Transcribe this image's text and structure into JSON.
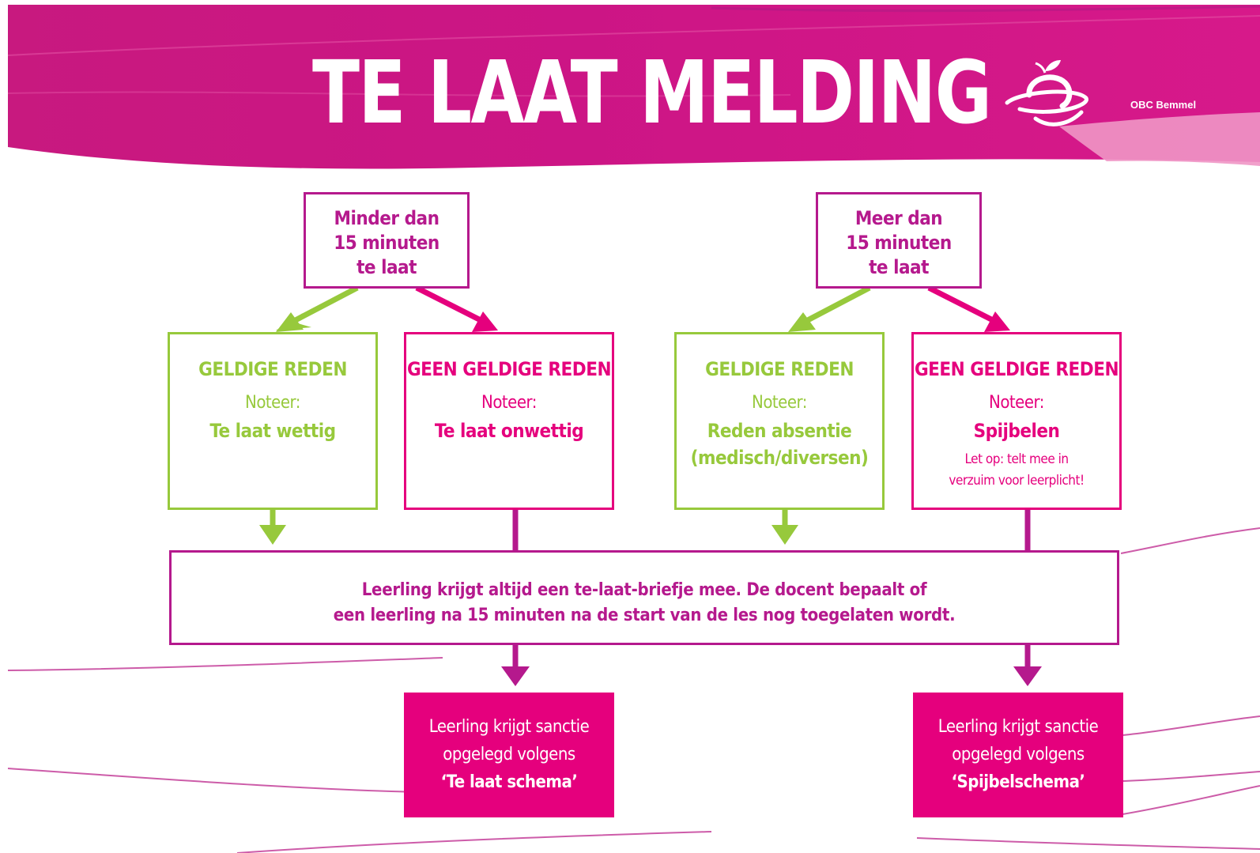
{
  "header": {
    "title": "TE LAAT MELDING",
    "logo_text": "OBC Bemmel"
  },
  "colors": {
    "header_magenta": "#c8197f",
    "pink": "#e5007d",
    "purple": "#b5198d",
    "green": "#97c93c"
  },
  "left": {
    "start": [
      "Minder dan",
      "15 minuten",
      "te laat"
    ],
    "valid": {
      "heading": "GELDIGE REDEN",
      "noteer": "Noteer:",
      "result": "Te laat wettig"
    },
    "invalid": {
      "heading": "GEEN GELDIGE REDEN",
      "noteer": "Noteer:",
      "result": "Te laat onwettig"
    },
    "sanction": [
      "Leerling krijgt sanctie",
      "opgelegd volgens",
      "‘Te laat schema’"
    ]
  },
  "right": {
    "start": [
      "Meer dan",
      "15 minuten",
      "te laat"
    ],
    "valid": {
      "heading": "GELDIGE REDEN",
      "noteer": "Noteer:",
      "result_line1": "Reden absentie",
      "result_line2": "(medisch/diversen)"
    },
    "invalid": {
      "heading": "GEEN GELDIGE REDEN",
      "noteer": "Noteer:",
      "result": "Spijbelen",
      "note_line1": "Let op: telt mee in",
      "note_line2": "verzuim voor leerplicht!"
    },
    "sanction": [
      "Leerling krijgt sanctie",
      "opgelegd volgens",
      "‘Spijbelschema’"
    ]
  },
  "common": {
    "line1": "Leerling krijgt altijd een te-laat-briefje mee. De docent bepaalt of",
    "line2": "een leerling na 15 minuten na de start van de les nog toegelaten wordt."
  }
}
